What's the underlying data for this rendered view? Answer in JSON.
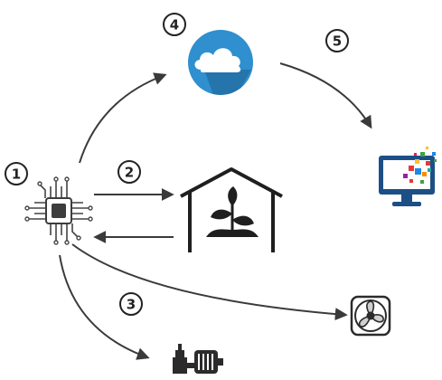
{
  "steps": [
    {
      "label": "1"
    },
    {
      "label": "2"
    },
    {
      "label": "3"
    },
    {
      "label": "4"
    },
    {
      "label": "5"
    }
  ],
  "nodes": [
    {
      "id": "microcontroller",
      "icon": "chip-icon"
    },
    {
      "id": "greenhouse",
      "icon": "greenhouse-plant-icon"
    },
    {
      "id": "cloud",
      "icon": "cloud-icon"
    },
    {
      "id": "monitor",
      "icon": "monitor-dashboard-icon"
    },
    {
      "id": "fan",
      "icon": "fan-icon"
    },
    {
      "id": "pump",
      "icon": "pump-motor-icon"
    }
  ],
  "colors": {
    "ink": "#2b2b2b",
    "arrow": "#3a3a3a",
    "cloud_blue": "#2f8fcf",
    "monitor_blue": "#1c4f86",
    "chip_dark": "#3d3d3d"
  }
}
